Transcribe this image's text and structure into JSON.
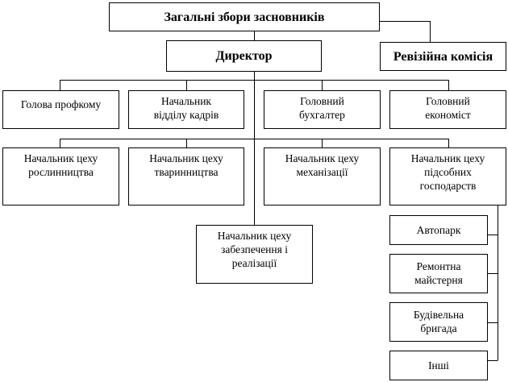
{
  "chart": {
    "top": "Загальні збори засновників",
    "director": "Директор",
    "audit": "Ревізійна комісія",
    "level2": [
      [
        "Голова профкому"
      ],
      [
        "Начальник",
        "відділу  кадрів"
      ],
      [
        "Головний",
        "бухгалтер"
      ],
      [
        "Головний",
        "економіст"
      ]
    ],
    "level3": [
      [
        "Начальник цеху",
        "рослинництва"
      ],
      [
        "Начальник цеху",
        "тваринництва"
      ],
      [
        "Начальник цеху",
        "механізації"
      ],
      [
        "Начальник цеху",
        "підсобних",
        "господарств"
      ]
    ],
    "supply": [
      "Начальник цеху",
      "забезпечення і",
      "реалізації"
    ],
    "subsidiary": [
      [
        "Автопарк"
      ],
      [
        "Ремонтна",
        "майстерня"
      ],
      [
        "Будівельна",
        "бригада"
      ],
      [
        "Інші"
      ]
    ]
  }
}
